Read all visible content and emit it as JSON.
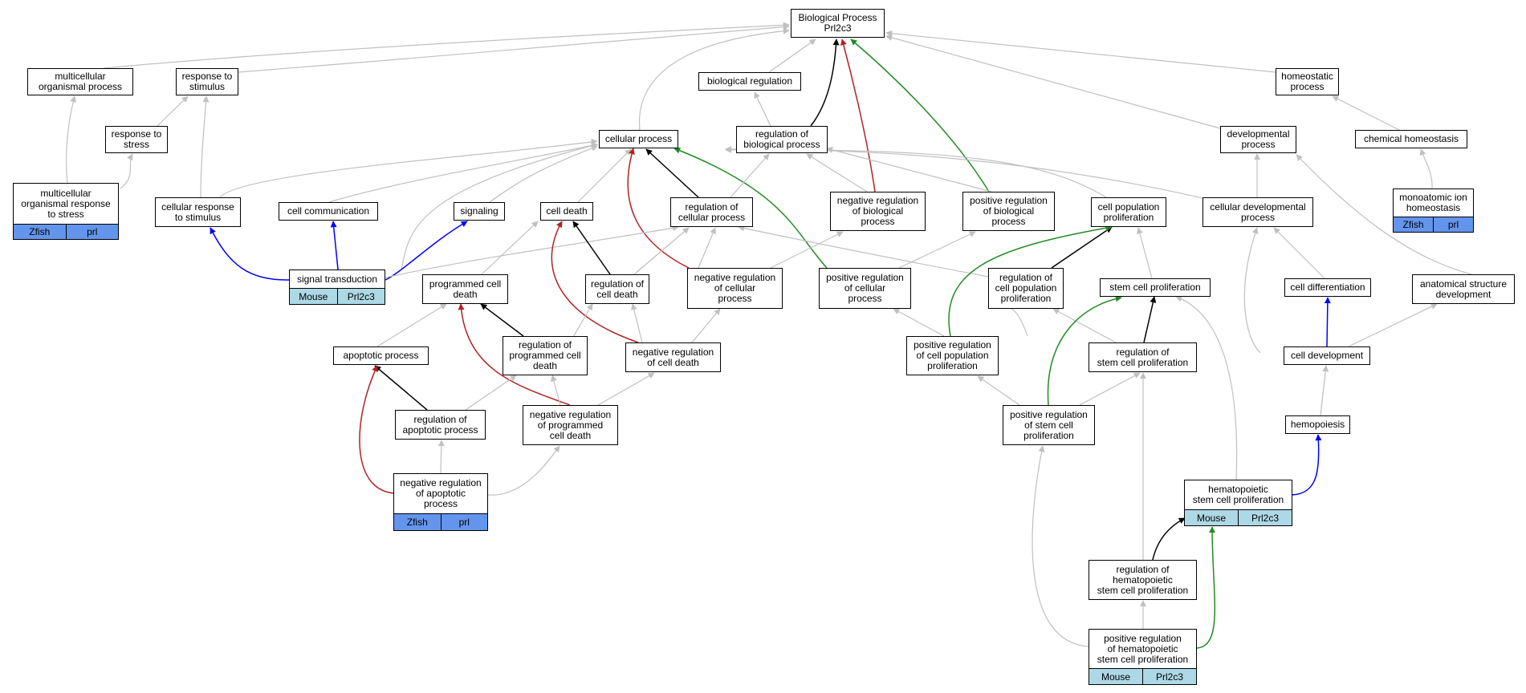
{
  "nodes": {
    "bp": "Biological Process\nPrl2c3",
    "mop": "multicellular\norganismal process",
    "rts": "response to\nstimulus",
    "breg": "biological regulation",
    "homeo": "homeostatic\nprocess",
    "rtstress": "response to\nstress",
    "cp": "cellular process",
    "rbp": "regulation of\nbiological process",
    "dev": "developmental\nprocess",
    "chemhom": "chemical homeostasis",
    "morts": "multicellular\norganismal response\nto stress",
    "crts": "cellular response\nto stimulus",
    "comm": "cell communication",
    "sig": "signaling",
    "cdeath": "cell death",
    "rcp": "regulation of\ncellular process",
    "nrbp": "negative regulation\nof biological\nprocess",
    "prbp": "positive regulation\nof biological\nprocess",
    "cpp": "cell population\nproliferation",
    "cdp": "cellular developmental\nprocess",
    "mih": "monoatomic ion\nhomeostasis",
    "st": "signal transduction",
    "pcd": "programmed cell\ndeath",
    "rcd": "regulation of\ncell death",
    "nrcp": "negative regulation\nof cellular\nprocess",
    "prcp": "positive regulation\nof cellular\nprocess",
    "rcpp": "regulation of\ncell population\nproliferation",
    "scp": "stem cell proliferation",
    "cdiff": "cell differentiation",
    "asd": "anatomical structure\ndevelopment",
    "ap": "apoptotic process",
    "rpcd": "regulation of\nprogrammed cell\ndeath",
    "nrcd": "negative regulation\nof cell death",
    "prcpp": "positive regulation\nof cell population\nproliferation",
    "rscp": "regulation of\nstem cell proliferation",
    "cdev": "cell development",
    "rap": "regulation of\napoptotic process",
    "nrpcd": "negative regulation\nof programmed\ncell death",
    "prscp": "positive regulation\nof stem cell\nproliferation",
    "hemo": "hemopoiesis",
    "nrap": "negative regulation\nof apoptotic\nprocess",
    "hscp": "hematopoietic\nstem cell proliferation",
    "rhscp": "regulation of\nhematopoietic\nstem cell proliferation",
    "prhscp": "positive regulation\nof hematopoietic\nstem cell proliferation"
  },
  "annotations": {
    "morts": [
      "Zfish",
      "prl"
    ],
    "mih": [
      "Zfish",
      "prl"
    ],
    "st": [
      "Mouse",
      "Prl2c3"
    ],
    "nrap": [
      "Zfish",
      "prl"
    ],
    "hscp": [
      "Mouse",
      "Prl2c3"
    ],
    "prhscp": [
      "Mouse",
      "Prl2c3"
    ]
  },
  "colors": {
    "is_a": "#c0c0c0",
    "regulates": "#000000",
    "negatively_regulates": "#b22222",
    "positively_regulates": "#228b22",
    "annotation_edge": "#0000ff",
    "mouse_tag": "#add8e6",
    "zfish_tag": "#6495ed"
  }
}
